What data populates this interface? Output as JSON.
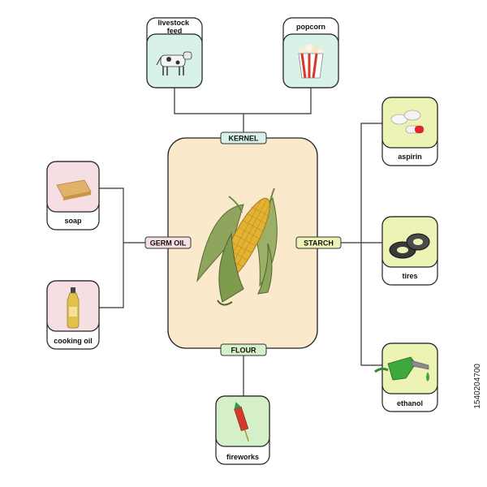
{
  "center": {
    "tags": {
      "top": "KERNEL",
      "left": "GERM OIL",
      "right": "STARCH",
      "bottom": "FLOUR"
    }
  },
  "products": {
    "livestock_feed": "livestock\nfeed",
    "popcorn": "popcorn",
    "aspirin": "aspirin",
    "soap": "soap",
    "tires": "tires",
    "cooking_oil": "cooking oil",
    "ethanol": "ethanol",
    "fireworks": "fireworks"
  },
  "side_text": "1540204700",
  "colors": {
    "center_fill": "#fbe9cc",
    "kernel_green": "#d8f1e9",
    "germ_pink": "#f6dfe3",
    "starch_yellow": "#edf3b4",
    "flour_green": "#d5f0c8"
  }
}
